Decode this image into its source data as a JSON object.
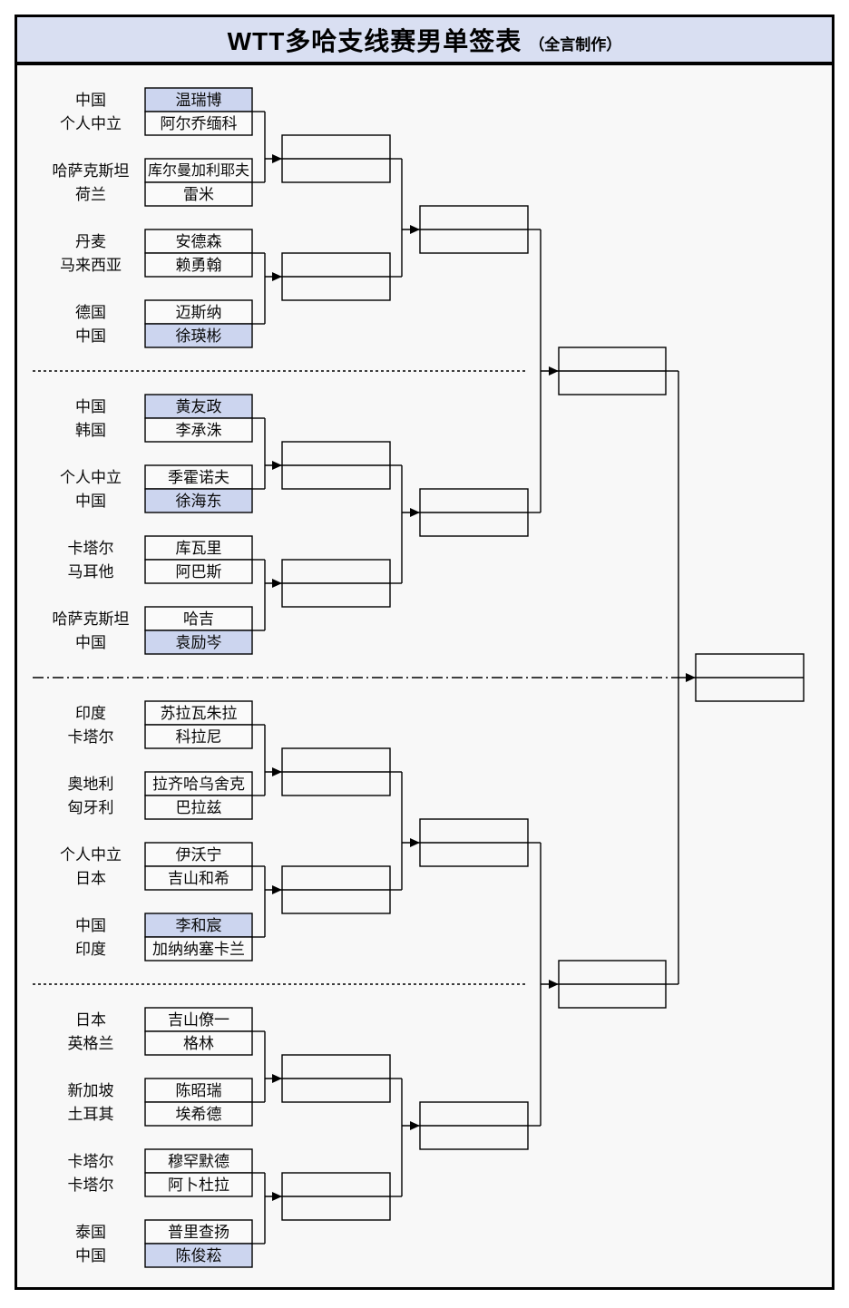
{
  "title": {
    "main": "WTT多哈支线赛男单签表",
    "credit": "（全言制作）"
  },
  "colors": {
    "header_bg": "#d9dff2",
    "highlight_bg": "#ccd5ef",
    "cell_bg": "#fafafa",
    "page_bg": "#f8f8f8",
    "line": "#000000"
  },
  "sections": [
    {
      "entries": [
        {
          "country": "中国",
          "name": "温瑞博",
          "highlight": true
        },
        {
          "country": "个人中立",
          "name": "阿尔乔缅科",
          "highlight": false
        },
        {
          "country": "哈萨克斯坦",
          "name": "库尔曼加利耶夫",
          "highlight": false
        },
        {
          "country": "荷兰",
          "name": "雷米",
          "highlight": false
        },
        {
          "country": "丹麦",
          "name": "安德森",
          "highlight": false
        },
        {
          "country": "马来西亚",
          "name": "赖勇翰",
          "highlight": false
        },
        {
          "country": "德国",
          "name": "迈斯纳",
          "highlight": false
        },
        {
          "country": "中国",
          "name": "徐瑛彬",
          "highlight": true
        }
      ]
    },
    {
      "entries": [
        {
          "country": "中国",
          "name": "黄友政",
          "highlight": true
        },
        {
          "country": "韩国",
          "name": "李承洙",
          "highlight": false
        },
        {
          "country": "个人中立",
          "name": "季霍诺夫",
          "highlight": false
        },
        {
          "country": "中国",
          "name": "徐海东",
          "highlight": true
        },
        {
          "country": "卡塔尔",
          "name": "库瓦里",
          "highlight": false
        },
        {
          "country": "马耳他",
          "name": "阿巴斯",
          "highlight": false
        },
        {
          "country": "哈萨克斯坦",
          "name": "哈吉",
          "highlight": false
        },
        {
          "country": "中国",
          "name": "袁励岑",
          "highlight": true
        }
      ]
    },
    {
      "entries": [
        {
          "country": "印度",
          "name": "苏拉瓦朱拉",
          "highlight": false
        },
        {
          "country": "卡塔尔",
          "name": "科拉尼",
          "highlight": false
        },
        {
          "country": "奥地利",
          "name": "拉齐哈乌舍克",
          "highlight": false
        },
        {
          "country": "匈牙利",
          "name": "巴拉兹",
          "highlight": false
        },
        {
          "country": "个人中立",
          "name": "伊沃宁",
          "highlight": false
        },
        {
          "country": "日本",
          "name": "吉山和希",
          "highlight": false
        },
        {
          "country": "中国",
          "name": "李和宸",
          "highlight": true
        },
        {
          "country": "印度",
          "name": "加纳纳塞卡兰",
          "highlight": false
        }
      ]
    },
    {
      "entries": [
        {
          "country": "日本",
          "name": "吉山僚一",
          "highlight": false
        },
        {
          "country": "英格兰",
          "name": "格林",
          "highlight": false
        },
        {
          "country": "新加坡",
          "name": "陈昭瑞",
          "highlight": false
        },
        {
          "country": "土耳其",
          "name": "埃希德",
          "highlight": false
        },
        {
          "country": "卡塔尔",
          "name": "穆罕默德",
          "highlight": false
        },
        {
          "country": "卡塔尔",
          "name": "阿卜杜拉",
          "highlight": false
        },
        {
          "country": "泰国",
          "name": "普里查扬",
          "highlight": false
        },
        {
          "country": "中国",
          "name": "陈俊菘",
          "highlight": true
        }
      ]
    }
  ]
}
